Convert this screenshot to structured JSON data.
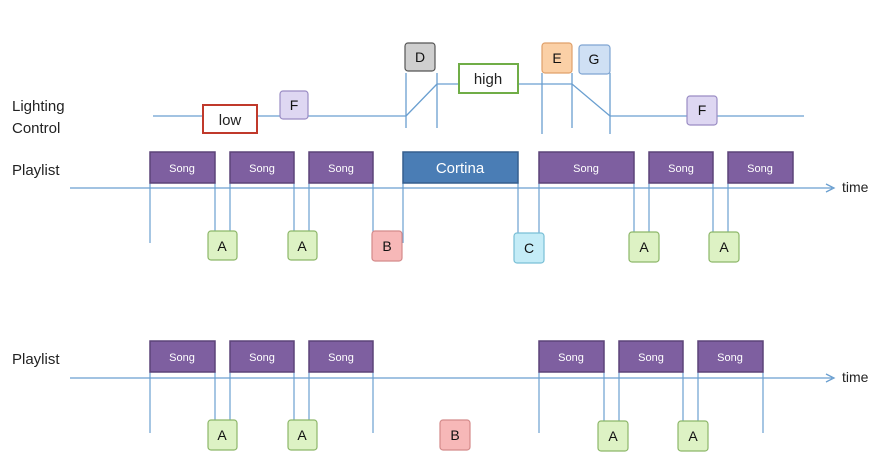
{
  "labels": {
    "lighting": [
      "Lighting",
      "Control"
    ],
    "playlist_top": "Playlist",
    "playlist_bottom": "Playlist",
    "time_top": "time",
    "time_bottom": "time"
  },
  "lighting_levels": {
    "low": "low",
    "high": "high"
  },
  "song_label": "Song",
  "cortina_label": "Cortina",
  "top_playlist": [
    "Song",
    "Song",
    "Song",
    "Cortina",
    "Song",
    "Song",
    "Song"
  ],
  "top_markers": [
    "A",
    "A",
    "B",
    "C",
    "A",
    "A"
  ],
  "bottom_playlist": [
    "Song",
    "Song",
    "Song",
    "Song",
    "Song",
    "Song"
  ],
  "bottom_markers": [
    "A",
    "A",
    "B",
    "A",
    "A"
  ],
  "light_events": [
    "D",
    "E",
    "G",
    "F",
    "F"
  ],
  "colors": {
    "song_fill": "#7e5fa0",
    "song_stroke": "#5c4378",
    "cortina_fill": "#4a7db5",
    "cortina_stroke": "#355f8e",
    "timeline": "#6a9fd0",
    "marker_A": "#ddf2c4",
    "marker_A_stroke": "#8db769",
    "marker_B": "#f7b8b8",
    "marker_B_stroke": "#d48a8a",
    "marker_C": "#c4ecf7",
    "marker_C_stroke": "#79bfd6",
    "marker_D": "#cfcfcf",
    "marker_D_stroke": "#555555",
    "marker_E": "#fbd0a6",
    "marker_E_stroke": "#e0a06a",
    "marker_F": "#ded7f2",
    "marker_F_stroke": "#9a8cc4",
    "marker_G": "#cfe0f4",
    "marker_G_stroke": "#7fa5d2",
    "low_box_stroke": "#c0392b",
    "high_box_stroke": "#70ad47"
  }
}
